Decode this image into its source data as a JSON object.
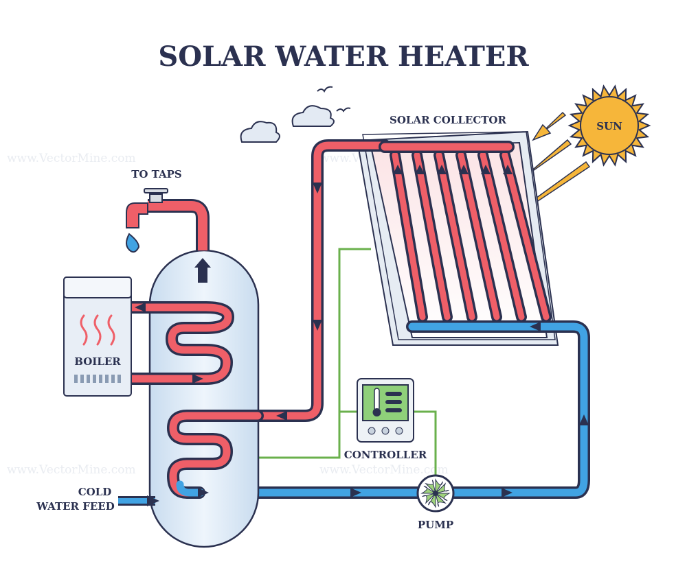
{
  "title": "SOLAR WATER HEATER",
  "watermark": "www.VectorMine.com",
  "labels": {
    "sun": "SUN",
    "solar_collector": "SOLAR COLLECTOR",
    "to_taps": "TO TAPS",
    "boiler": "BOILER",
    "controller": "CONTROLLER",
    "cold_water_feed_line1": "COLD",
    "cold_water_feed_line2": "WATER FEED",
    "pump": "PUMP"
  },
  "colors": {
    "hot_pipe": "#ef5f68",
    "cold_pipe": "#41a3e3",
    "control_wire": "#6ab04c",
    "outline": "#2b3150",
    "sun": "#f6b63a",
    "tank": "#dbe8f5"
  },
  "icons": [
    "sun-icon",
    "cloud-icon",
    "bird-icon",
    "faucet-icon",
    "water-drop-icon",
    "flame-icon",
    "thermometer-icon",
    "fan-icon"
  ]
}
